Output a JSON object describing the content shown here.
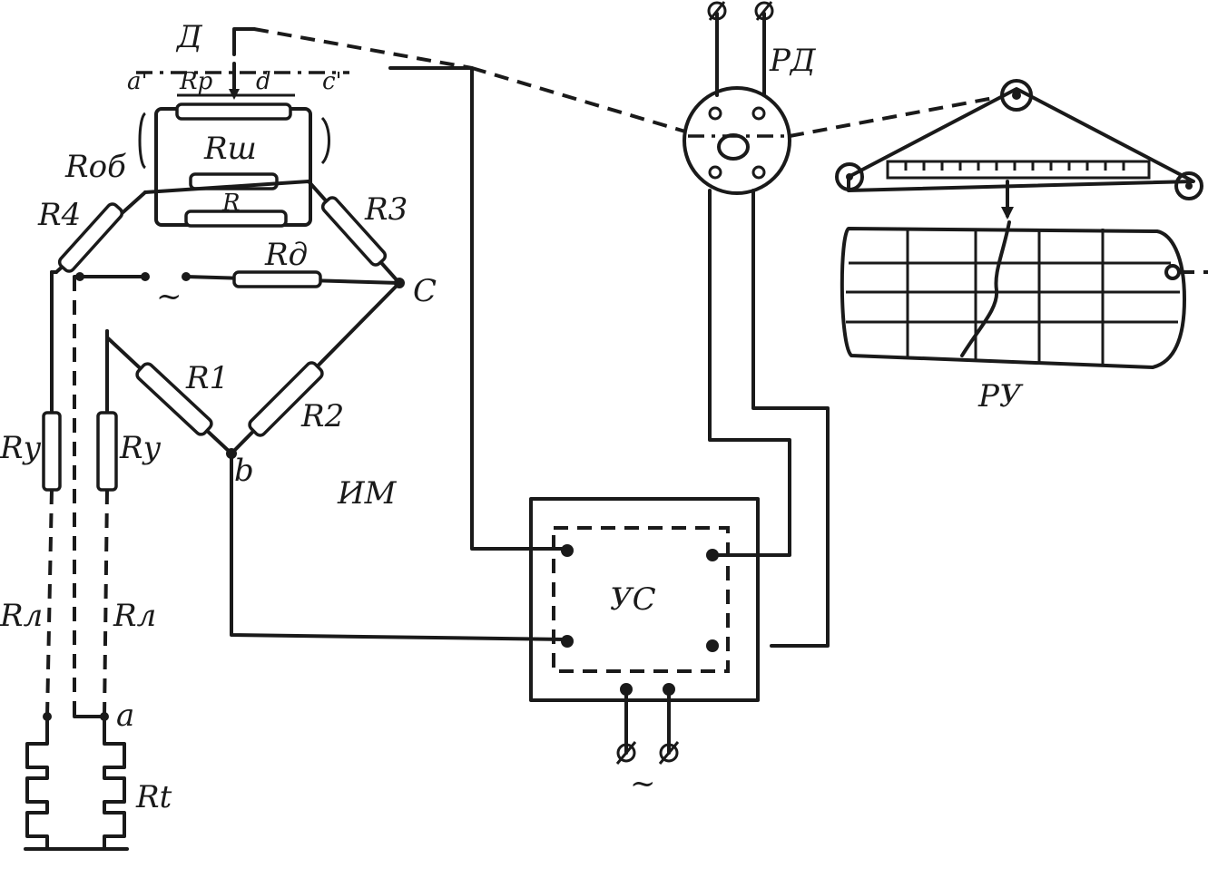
{
  "labels": {
    "D": "Д",
    "rp": "Rp",
    "a_prime_left": "a'",
    "d_small": "d",
    "c_prime": "c'",
    "r_sh": "Rш",
    "r_ob": "Rоб",
    "r_small": "R",
    "r4": "R4",
    "r3": "R3",
    "rd": "Rд",
    "node_c": "C",
    "tilde_bridge": "~",
    "r1": "R1",
    "r2": "R2",
    "node_b": "b",
    "im": "ИМ",
    "ry_left": "Rу",
    "ry_right": "Rу",
    "rl_left": "Rл",
    "rl_right": "Rл",
    "node_a": "a",
    "rt": "Rt",
    "rd_motor": "РД",
    "ru": "РУ",
    "us": "УС",
    "tilde_supply": "~"
  }
}
